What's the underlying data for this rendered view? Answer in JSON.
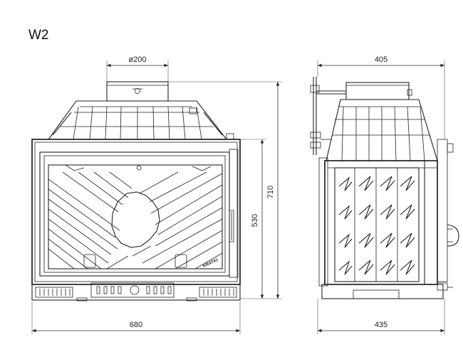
{
  "title": "W2",
  "dimensions": {
    "flue_diameter": "ø200",
    "front_width": "680",
    "front_height_overall": "710",
    "front_height_door": "530",
    "side_depth_top": "405",
    "side_depth_bottom": "435"
  },
  "brand_mark": "KRATKI"
}
